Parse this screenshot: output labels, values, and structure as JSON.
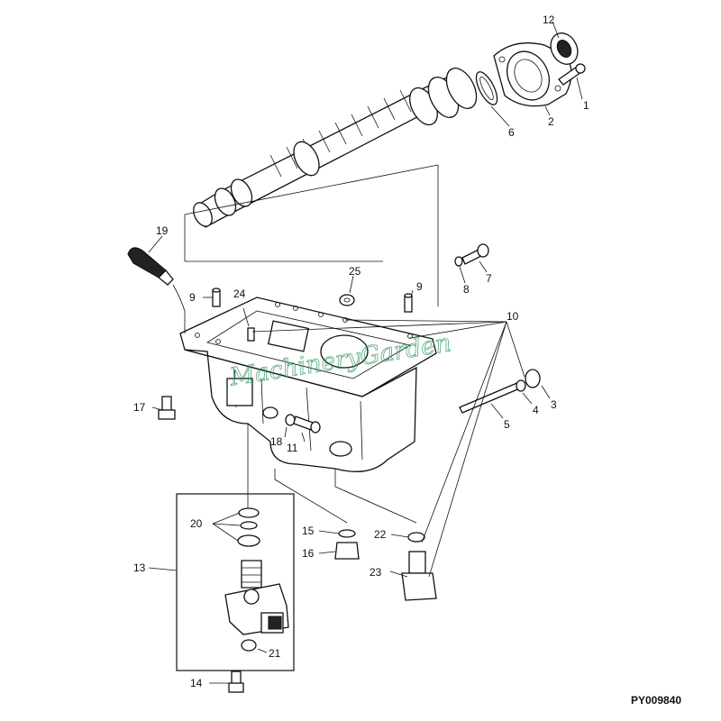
{
  "figure_id": "PY009840",
  "watermark": "MachineryGarden",
  "callouts": [
    {
      "id": "c1",
      "label": "1"
    },
    {
      "id": "c2",
      "label": "2"
    },
    {
      "id": "c3",
      "label": "3"
    },
    {
      "id": "c4",
      "label": "4"
    },
    {
      "id": "c5",
      "label": "5"
    },
    {
      "id": "c6",
      "label": "6"
    },
    {
      "id": "c7",
      "label": "7"
    },
    {
      "id": "c8",
      "label": "8"
    },
    {
      "id": "c9a",
      "label": "9"
    },
    {
      "id": "c9b",
      "label": "9"
    },
    {
      "id": "c10",
      "label": "10"
    },
    {
      "id": "c11",
      "label": "11"
    },
    {
      "id": "c12",
      "label": "12"
    },
    {
      "id": "c13",
      "label": "13"
    },
    {
      "id": "c14",
      "label": "14"
    },
    {
      "id": "c15",
      "label": "15"
    },
    {
      "id": "c16",
      "label": "16"
    },
    {
      "id": "c17",
      "label": "17"
    },
    {
      "id": "c18",
      "label": "18"
    },
    {
      "id": "c19",
      "label": "19"
    },
    {
      "id": "c20",
      "label": "20"
    },
    {
      "id": "c21",
      "label": "21"
    },
    {
      "id": "c22",
      "label": "22"
    },
    {
      "id": "c23",
      "label": "23"
    },
    {
      "id": "c24",
      "label": "24"
    },
    {
      "id": "c25",
      "label": "25"
    }
  ]
}
